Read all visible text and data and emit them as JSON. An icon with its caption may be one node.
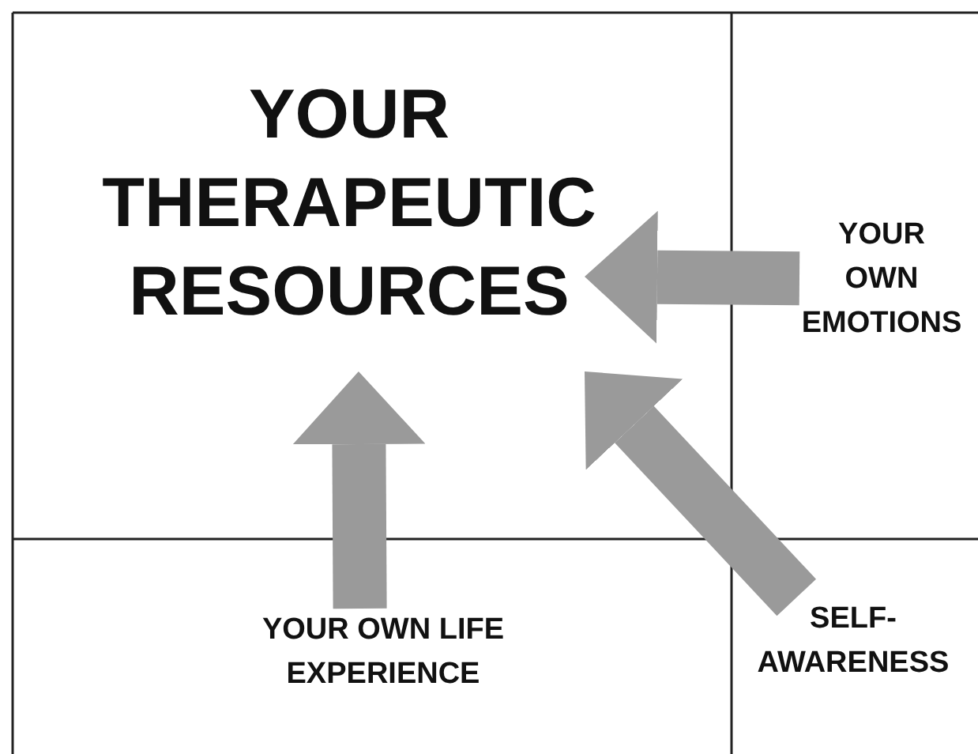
{
  "diagram": {
    "nodes": [
      {
        "text": [
          "YOUR THERAPEUTIC RESOURCES"
        ]
      },
      {
        "text": [
          "YOUR OWN EMOTIONS"
        ]
      },
      {
        "text": [
          "YOUR OWN LIFE EXPERIENCE"
        ]
      },
      {
        "text": [
          "SELF-AWARENESS"
        ]
      }
    ],
    "edges": [
      {
        "from": 1,
        "to": 0,
        "arrow": "to"
      },
      {
        "from": 2,
        "to": 0,
        "arrow": "to"
      },
      {
        "from": 3,
        "to": 0,
        "arrow": "to"
      }
    ]
  }
}
